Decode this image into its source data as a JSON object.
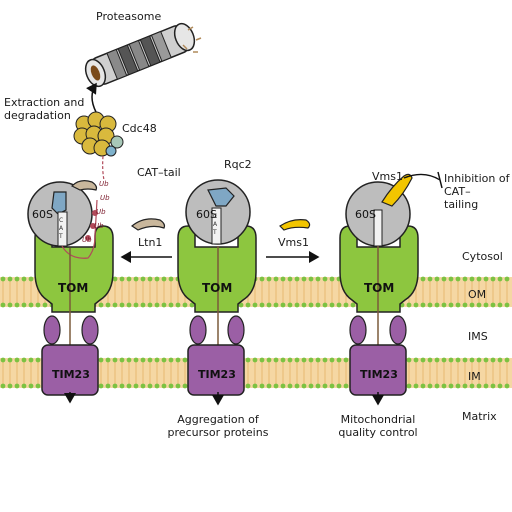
{
  "title_proteasome": "Proteasome",
  "label_extraction": [
    "Extraction and",
    "degradation"
  ],
  "label_cdc48": "Cdc48",
  "label_cat_tail": "CAT–tail",
  "label_rqc2": "Rqc2",
  "label_vms1_top": "Vms1",
  "label_inhibition": [
    "Inhibition of",
    "CAT–",
    "tailing"
  ],
  "label_ltn1": "Ltn1",
  "label_vms1_arrow": "Vms1",
  "label_60s": "60S",
  "label_tom": "TOM",
  "label_tim23": "TIM23",
  "label_ub": "Ub",
  "cat_letters": [
    "C",
    "A",
    "T"
  ],
  "compartments": {
    "cytosol": "Cytosol",
    "om": "OM",
    "ims": "IMS",
    "im": "IM",
    "matrix": "Matrix"
  },
  "outcome_middle": [
    "Aggregation of",
    "precursor proteins"
  ],
  "outcome_right": [
    "Mitochondrial",
    "quality control"
  ],
  "colors": {
    "membrane": "#f5d7a3",
    "membrane_dot": "#7cc242",
    "tom": "#8dc63f",
    "tim": "#9b5fa5",
    "ribosome": "#bdbdbd",
    "rqc2": "#7fa7c4",
    "ltn1": "#c9b79c",
    "vms1": "#f2c500",
    "cdc48": "#d9b93d"
  }
}
